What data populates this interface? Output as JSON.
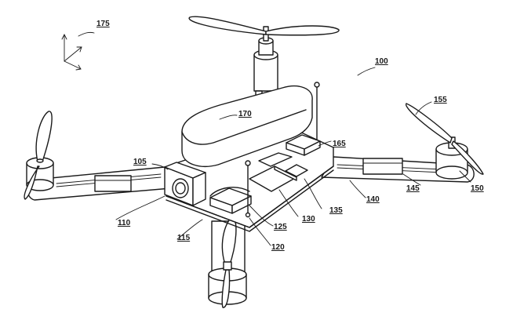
{
  "reference_numerals": {
    "drone": "100",
    "frame_body": "105",
    "arm_left": "110",
    "chassis_bottom": "115",
    "antenna": "120",
    "module": "125",
    "circuit_board": "130",
    "chip": "135",
    "arm_right": "140",
    "motor_controller": "145",
    "motor": "150",
    "propeller": "155",
    "component_165": "165",
    "battery_cover": "170",
    "coordinate_system": "175"
  }
}
